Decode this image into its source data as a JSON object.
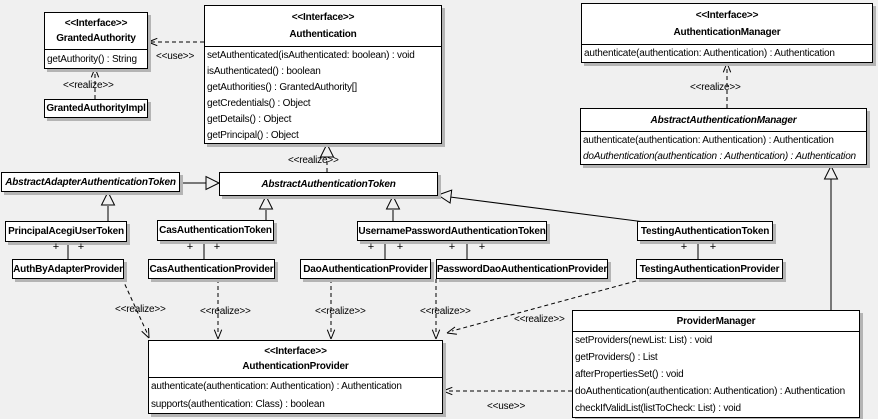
{
  "diagram": {
    "type": "uml-class-diagram",
    "background_color": "#f0f0f0",
    "box_fill": "#ffffff",
    "line_color": "#000000",
    "shadow_color": "#b4b4b4",
    "classes": [
      {
        "id": "granted-authority",
        "stereotype": "<<Interface>>",
        "name": "GrantedAuthority",
        "methods": [
          {
            "text": "getAuthority() : String"
          }
        ]
      },
      {
        "id": "granted-authority-impl",
        "name": "GrantedAuthorityImpl",
        "methods": []
      },
      {
        "id": "authentication",
        "stereotype": "<<Interface>>",
        "name": "Authentication",
        "methods": [
          {
            "text": "setAuthenticated(isAuthenticated: boolean) : void"
          },
          {
            "text": "isAuthenticated() : boolean"
          },
          {
            "text": "getAuthorities() : GrantedAuthority[]"
          },
          {
            "text": "getCredentials() : Object"
          },
          {
            "text": "getDetails() : Object"
          },
          {
            "text": "getPrincipal() : Object"
          }
        ]
      },
      {
        "id": "authentication-manager",
        "stereotype": "<<Interface>>",
        "name": "AuthenticationManager",
        "methods": [
          {
            "text": "authenticate(authentication: Authentication) : Authentication"
          }
        ]
      },
      {
        "id": "abstract-authentication-manager",
        "name": "AbstractAuthenticationManager",
        "abstract": true,
        "methods": [
          {
            "text": "authenticate(authentication: Authentication) : Authentication"
          },
          {
            "text": "doAuthentication(authentication : Authentication) : Authentication",
            "abstract": true
          }
        ]
      },
      {
        "id": "abstract-adapter-authentication-token",
        "name": "AbstractAdapterAuthenticationToken",
        "abstract": true,
        "methods": []
      },
      {
        "id": "abstract-authentication-token",
        "name": "AbstractAuthenticationToken",
        "abstract": true,
        "methods": []
      },
      {
        "id": "principal-acegi-user-token",
        "name": "PrincipalAcegiUserToken",
        "methods": []
      },
      {
        "id": "cas-authentication-token",
        "name": "CasAuthenticationToken",
        "methods": []
      },
      {
        "id": "username-password-authentication-token",
        "name": "UsernamePasswordAuthenticationToken",
        "methods": []
      },
      {
        "id": "testing-authentication-token",
        "name": "TestingAuthenticationToken",
        "methods": []
      },
      {
        "id": "auth-by-adapter-provider",
        "name": "AuthByAdapterProvider",
        "methods": []
      },
      {
        "id": "cas-authentication-provider",
        "name": "CasAuthenticationProvider",
        "methods": []
      },
      {
        "id": "dao-authentication-provider",
        "name": "DaoAuthenticationProvider",
        "methods": []
      },
      {
        "id": "password-dao-authentication-provider",
        "name": "PasswordDaoAuthenticationProvider",
        "methods": []
      },
      {
        "id": "testing-authentication-provider",
        "name": "TestingAuthenticationProvider",
        "methods": []
      },
      {
        "id": "authentication-provider",
        "stereotype": "<<Interface>>",
        "name": "AuthenticationProvider",
        "methods": [
          {
            "text": "authenticate(authentication: Authentication) : Authentication"
          },
          {
            "text": "supports(authentication: Class) : boolean"
          }
        ]
      },
      {
        "id": "provider-manager",
        "name": "ProviderManager",
        "methods": [
          {
            "text": "setProviders(newList: List) : void"
          },
          {
            "text": "getProviders() : List"
          },
          {
            "text": "afterPropertiesSet() : void"
          },
          {
            "text": "doAuthentication(authentication: Authentication) : Authentication"
          },
          {
            "text": "checkIfValidList(listToCheck: List) : void"
          }
        ]
      }
    ],
    "edges": [
      {
        "id": "use-authentication-grantedauthority",
        "type": "use",
        "label": "<<use>>",
        "from": "authentication",
        "to": "granted-authority"
      },
      {
        "id": "realize-grantedauthorityimpl-grantedauthority",
        "type": "realize",
        "label": "<<realize>>",
        "from": "granted-authority-impl",
        "to": "granted-authority"
      },
      {
        "id": "realize-abstractauthenticationtoken-authentication",
        "type": "realize",
        "label": "<<realize>>",
        "from": "abstract-authentication-token",
        "to": "authentication"
      },
      {
        "id": "realize-abstractauthenticationmanager-authenticationmanager",
        "type": "realize",
        "label": "<<realize>>",
        "from": "abstract-authentication-manager",
        "to": "authentication-manager"
      },
      {
        "id": "generalize-abstractadapterauthenticationtoken-abstractauthenticationtoken",
        "type": "generalization",
        "from": "abstract-adapter-authentication-token",
        "to": "abstract-authentication-token"
      },
      {
        "id": "generalize-principalacegiusertoken-abstractadapterauthenticationtoken",
        "type": "generalization",
        "from": "principal-acegi-user-token",
        "to": "abstract-adapter-authentication-token"
      },
      {
        "id": "generalize-casauthenticationtoken-abstractauthenticationtoken",
        "type": "generalization",
        "from": "cas-authentication-token",
        "to": "abstract-authentication-token"
      },
      {
        "id": "generalize-usernamepasswordauthenticationtoken-abstractauthenticationtoken",
        "type": "generalization",
        "from": "username-password-authentication-token",
        "to": "abstract-authentication-token"
      },
      {
        "id": "generalize-testingauthenticationtoken-abstractauthenticationtoken",
        "type": "generalization",
        "from": "testing-authentication-token",
        "to": "abstract-authentication-token"
      },
      {
        "id": "generalize-providermanager-abstractauthenticationmanager",
        "type": "generalization",
        "from": "provider-manager",
        "to": "abstract-authentication-manager"
      },
      {
        "id": "association-principalacegiusertoken-authbyadapterprovider",
        "type": "association",
        "end_labels": [
          "+",
          "+"
        ],
        "from": "principal-acegi-user-token",
        "to": "auth-by-adapter-provider"
      },
      {
        "id": "association-casauthenticationtoken-casauthenticationprovider",
        "type": "association",
        "end_labels": [
          "+",
          "+"
        ],
        "from": "cas-authentication-token",
        "to": "cas-authentication-provider"
      },
      {
        "id": "association-usernamepasswordtoken-daoauthenticationprovider",
        "type": "association",
        "end_labels": [
          "+",
          "+"
        ],
        "from": "username-password-authentication-token",
        "to": "dao-authentication-provider"
      },
      {
        "id": "association-usernamepasswordtoken-passworddaoauthenticationprovider",
        "type": "association",
        "end_labels": [
          "+",
          "+"
        ],
        "from": "username-password-authentication-token",
        "to": "password-dao-authentication-provider"
      },
      {
        "id": "association-testingauthenticationtoken-testingauthenticationprovider",
        "type": "association",
        "end_labels": [
          "+",
          "+"
        ],
        "from": "testing-authentication-token",
        "to": "testing-authentication-provider"
      },
      {
        "id": "realize-authbyadapterprovider-authenticationprovider",
        "type": "realize",
        "label": "<<realize>>",
        "from": "auth-by-adapter-provider",
        "to": "authentication-provider"
      },
      {
        "id": "realize-casauthenticationprovider-authenticationprovider",
        "type": "realize",
        "label": "<<realize>>",
        "from": "cas-authentication-provider",
        "to": "authentication-provider"
      },
      {
        "id": "realize-daoauthenticationprovider-authenticationprovider",
        "type": "realize",
        "label": "<<realize>>",
        "from": "dao-authentication-provider",
        "to": "authentication-provider"
      },
      {
        "id": "realize-passworddaoauthenticationprovider-authenticationprovider",
        "type": "realize",
        "label": "<<realize>>",
        "from": "password-dao-authentication-provider",
        "to": "authentication-provider"
      },
      {
        "id": "realize-testingauthenticationprovider-authenticationprovider",
        "type": "realize",
        "label": "<<realize>>",
        "from": "testing-authentication-provider",
        "to": "authentication-provider"
      },
      {
        "id": "use-providermanager-authenticationprovider",
        "type": "use",
        "label": "<<use>>",
        "from": "provider-manager",
        "to": "authentication-provider"
      }
    ]
  }
}
